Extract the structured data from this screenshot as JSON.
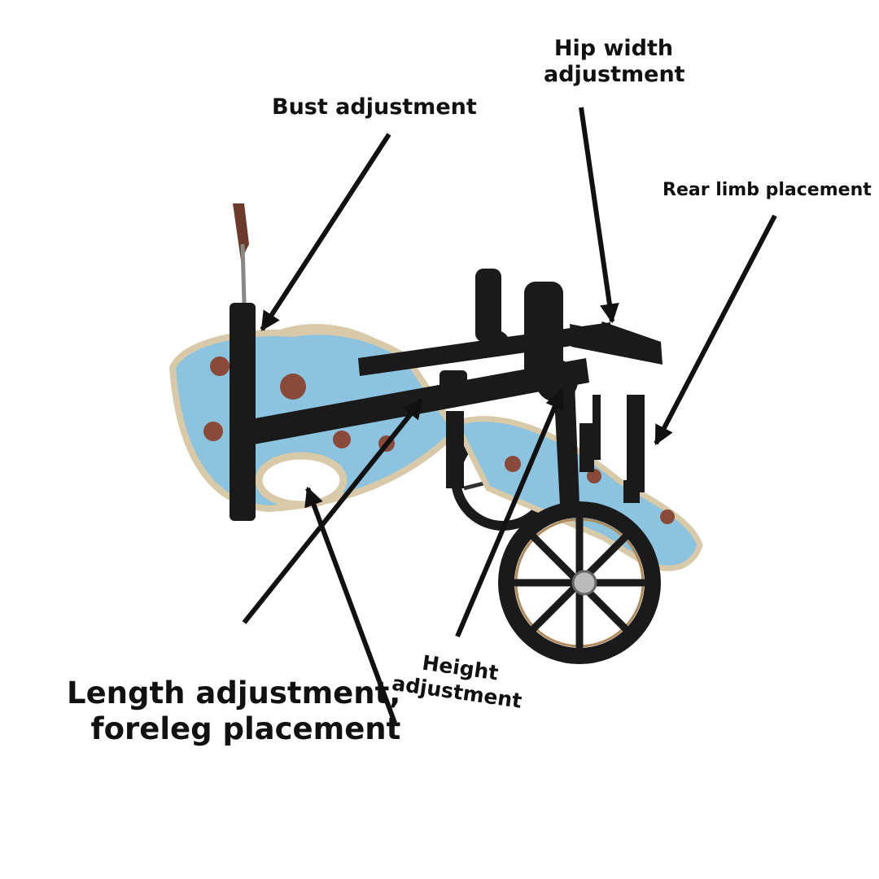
{
  "labels": {
    "bust": "Bust adjustment",
    "hip_width_line1": "Hip width",
    "hip_width_line2": "adjustment",
    "rear_limb": "Rear limb placement",
    "length_line1": "Length adjustment,",
    "length_line2": "foreleg placement",
    "height_line1": "Height",
    "height_line2": "adjustment"
  },
  "colors": {
    "cushion_blue": "#8cc3df",
    "frame_black": "#1a1a1a",
    "trim_beige": "#d8c9a8",
    "bear_brown": "#8a4a3a",
    "arrow": "#111111"
  }
}
